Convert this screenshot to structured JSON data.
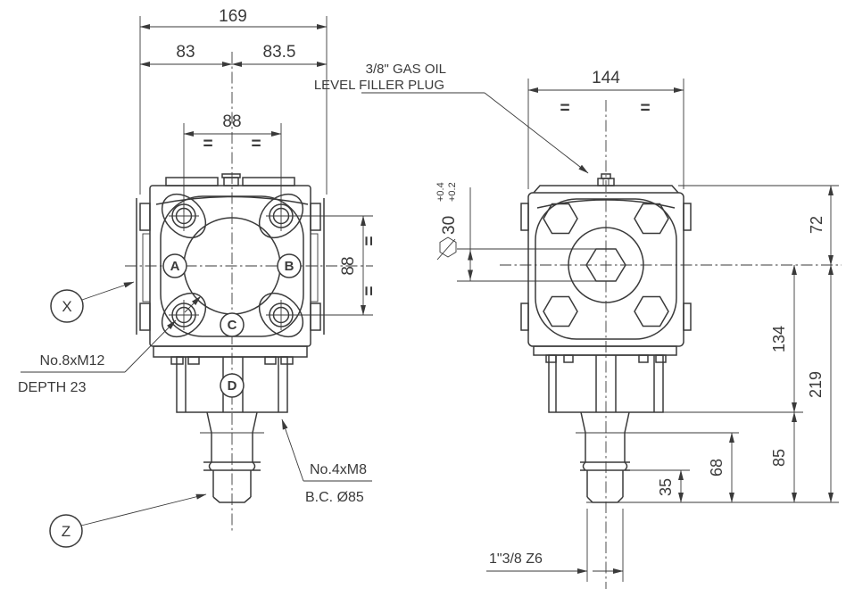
{
  "title": "Bevel gearbox dimension drawing",
  "colors": {
    "line": "#3a3a3a",
    "balloon_fill": "#c9e5f5",
    "background": "#ffffff"
  },
  "marks": {
    "eq": "="
  },
  "balloons": {
    "a": "A",
    "b": "B",
    "c": "C",
    "d": "D",
    "x": "X",
    "z": "Z"
  },
  "front_view": {
    "dim_overall_width": "169",
    "dim_left_offset": "83",
    "dim_right_offset": "83.5",
    "dim_bolt_spacing_h": "88",
    "dim_bolt_spacing_v": "88",
    "note_bolts_line1": "No.8xM12",
    "note_bolts_line2": "DEPTH 23",
    "note_output_line1": "No.4xM8",
    "note_output_line2": "B.C. Ø85"
  },
  "side_view": {
    "dim_width": "144",
    "dim_top_to_center": "72",
    "dim_center_to_shoulder": "134",
    "dim_center_to_shaft_end": "219",
    "dim_shoulder_to_end": "85",
    "dim_step_68": "68",
    "dim_step_35": "35",
    "dim_hex_bore": "30",
    "tol_upper": "+0.4",
    "tol_lower": "+0.2",
    "dim_spline": "1\"3/8 Z6",
    "note_filler_line1": "3/8\" GAS OIL",
    "note_filler_line2": "LEVEL FILLER PLUG"
  }
}
